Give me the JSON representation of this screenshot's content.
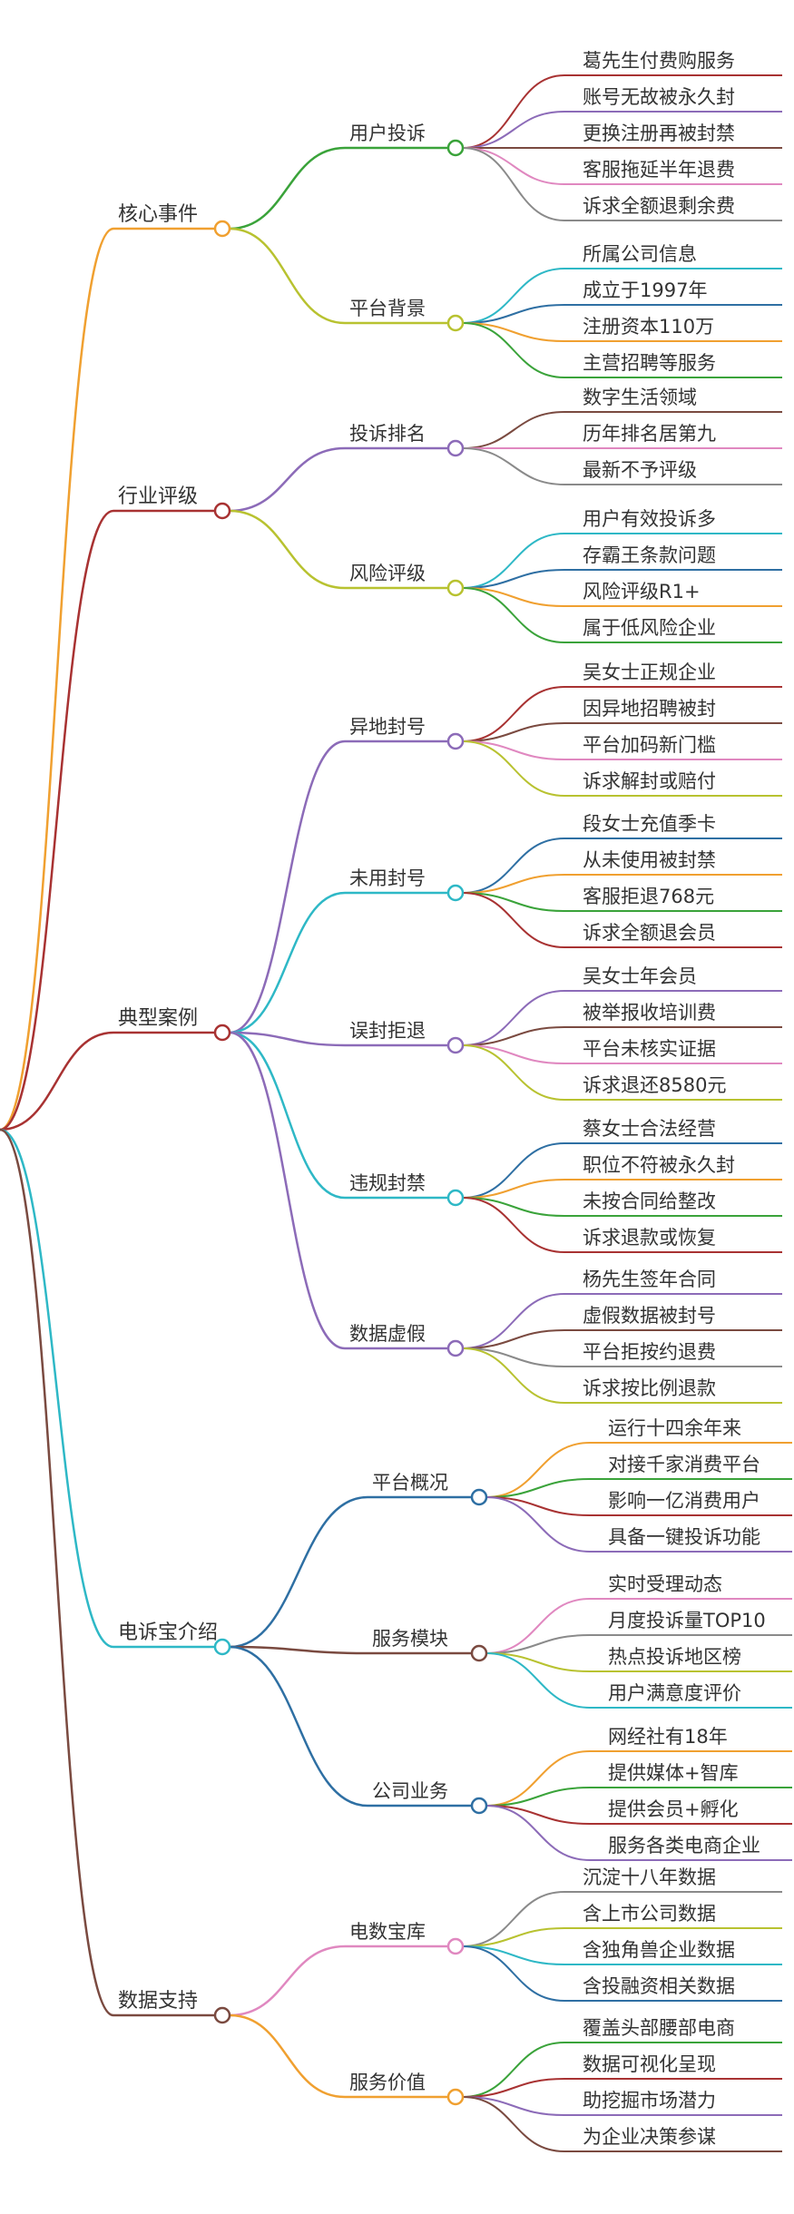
{
  "colors": {
    "orange": "#F0A030",
    "darkred": "#A83232",
    "purple": "#8C6BB8",
    "cyan": "#2EB8C6",
    "brown": "#7A4A40",
    "green": "#3AA33A",
    "olive": "#B8C230",
    "pink": "#E088C0",
    "gray": "#8A8A8A",
    "blue": "#2E6FA3",
    "teal": "#2AA9B5"
  },
  "nodes": [
    {
      "label": "核心事件",
      "color": "orange",
      "children": [
        {
          "label": "用户投诉",
          "color": "green",
          "children": [
            {
              "label": "葛先生付费购服务",
              "color": "darkred"
            },
            {
              "label": "账号无故被永久封",
              "color": "purple"
            },
            {
              "label": "更换注册再被封禁",
              "color": "brown"
            },
            {
              "label": "客服拖延半年退费",
              "color": "pink"
            },
            {
              "label": "诉求全额退剩余费",
              "color": "gray"
            }
          ]
        },
        {
          "label": "平台背景",
          "color": "olive",
          "children": [
            {
              "label": "所属公司信息",
              "color": "cyan"
            },
            {
              "label": "成立于1997年",
              "color": "blue"
            },
            {
              "label": "注册资本110万",
              "color": "orange"
            },
            {
              "label": "主营招聘等服务",
              "color": "green"
            }
          ]
        }
      ]
    },
    {
      "label": "行业评级",
      "color": "darkred",
      "children": [
        {
          "label": "投诉排名",
          "color": "purple",
          "children": [
            {
              "label": "数字生活领域",
              "color": "brown"
            },
            {
              "label": "历年排名居第九",
              "color": "pink"
            },
            {
              "label": "最新不予评级",
              "color": "gray"
            }
          ]
        },
        {
          "label": "风险评级",
          "color": "olive",
          "children": [
            {
              "label": "用户有效投诉多",
              "color": "cyan"
            },
            {
              "label": "存霸王条款问题",
              "color": "blue"
            },
            {
              "label": "风险评级R1+",
              "color": "orange"
            },
            {
              "label": "属于低风险企业",
              "color": "green"
            }
          ]
        }
      ]
    },
    {
      "label": "典型案例",
      "color": "darkred",
      "children": [
        {
          "label": "异地封号",
          "color": "purple",
          "children": [
            {
              "label": "吴女士正规企业",
              "color": "darkred"
            },
            {
              "label": "因异地招聘被封",
              "color": "brown"
            },
            {
              "label": "平台加码新门槛",
              "color": "pink"
            },
            {
              "label": "诉求解封或赔付",
              "color": "olive"
            }
          ]
        },
        {
          "label": "未用封号",
          "color": "cyan",
          "children": [
            {
              "label": "段女士充值季卡",
              "color": "blue"
            },
            {
              "label": "从未使用被封禁",
              "color": "orange"
            },
            {
              "label": "客服拒退768元",
              "color": "green"
            },
            {
              "label": "诉求全额退会员",
              "color": "darkred"
            }
          ]
        },
        {
          "label": "误封拒退",
          "color": "purple",
          "children": [
            {
              "label": "吴女士年会员",
              "color": "purple"
            },
            {
              "label": "被举报收培训费",
              "color": "brown"
            },
            {
              "label": "平台未核实证据",
              "color": "pink"
            },
            {
              "label": "诉求退还8580元",
              "color": "olive"
            }
          ]
        },
        {
          "label": "违规封禁",
          "color": "cyan",
          "children": [
            {
              "label": "蔡女士合法经营",
              "color": "blue"
            },
            {
              "label": "职位不符被永久封",
              "color": "orange"
            },
            {
              "label": "未按合同给整改",
              "color": "green"
            },
            {
              "label": "诉求退款或恢复",
              "color": "darkred"
            }
          ]
        },
        {
          "label": "数据虚假",
          "color": "purple",
          "children": [
            {
              "label": "杨先生签年合同",
              "color": "purple"
            },
            {
              "label": "虚假数据被封号",
              "color": "brown"
            },
            {
              "label": "平台拒按约退费",
              "color": "gray"
            },
            {
              "label": "诉求按比例退款",
              "color": "olive"
            }
          ]
        }
      ]
    },
    {
      "label": "电诉宝介绍",
      "color": "cyan",
      "children": [
        {
          "label": "平台概况",
          "color": "blue",
          "children": [
            {
              "label": "运行十四余年来",
              "color": "orange"
            },
            {
              "label": "对接千家消费平台",
              "color": "green"
            },
            {
              "label": "影响一亿消费用户",
              "color": "darkred"
            },
            {
              "label": "具备一键投诉功能",
              "color": "purple"
            }
          ]
        },
        {
          "label": "服务模块",
          "color": "brown",
          "children": [
            {
              "label": "实时受理动态",
              "color": "pink"
            },
            {
              "label": "月度投诉量TOP10",
              "color": "gray"
            },
            {
              "label": "热点投诉地区榜",
              "color": "olive"
            },
            {
              "label": "用户满意度评价",
              "color": "cyan"
            }
          ]
        },
        {
          "label": "公司业务",
          "color": "blue",
          "children": [
            {
              "label": "网经社有18年",
              "color": "orange"
            },
            {
              "label": "提供媒体+智库",
              "color": "green"
            },
            {
              "label": "提供会员+孵化",
              "color": "darkred"
            },
            {
              "label": "服务各类电商企业",
              "color": "purple"
            }
          ]
        }
      ]
    },
    {
      "label": "数据支持",
      "color": "brown",
      "children": [
        {
          "label": "电数宝库",
          "color": "pink",
          "children": [
            {
              "label": "沉淀十八年数据",
              "color": "gray"
            },
            {
              "label": "含上市公司数据",
              "color": "olive"
            },
            {
              "label": "含独角兽企业数据",
              "color": "cyan"
            },
            {
              "label": "含投融资相关数据",
              "color": "blue"
            }
          ]
        },
        {
          "label": "服务价值",
          "color": "orange",
          "children": [
            {
              "label": "覆盖头部腰部电商",
              "color": "green"
            },
            {
              "label": "数据可视化呈现",
              "color": "darkred"
            },
            {
              "label": "助挖掘市场潜力",
              "color": "purple"
            },
            {
              "label": "为企业决策参谋",
              "color": "brown"
            }
          ]
        }
      ]
    }
  ]
}
